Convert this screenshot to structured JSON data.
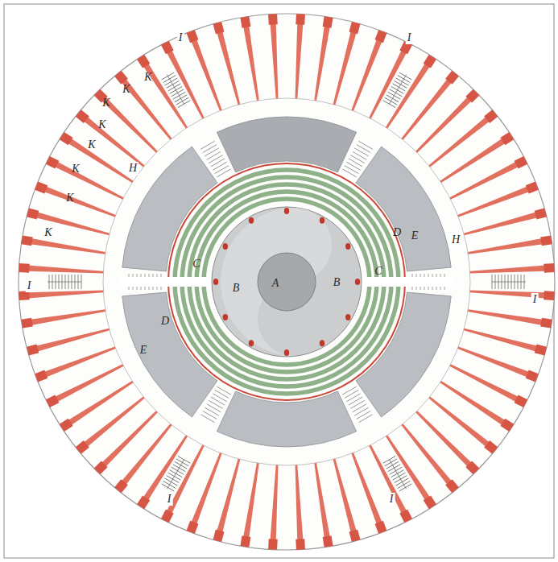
{
  "diagram": {
    "labels": [
      "A",
      "B",
      "B",
      "C",
      "C",
      "D",
      "D",
      "E",
      "E",
      "H",
      "H",
      "I",
      "I",
      "I",
      "I",
      "I",
      "I",
      "K",
      "K",
      "K",
      "K",
      "K",
      "K",
      "K",
      "K"
    ]
  }
}
